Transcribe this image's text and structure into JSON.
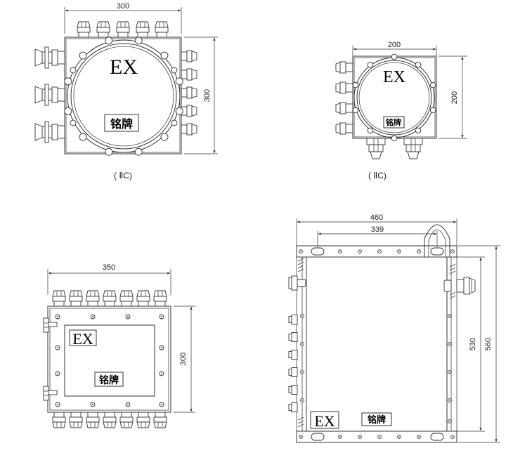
{
  "drawings": {
    "round_large": {
      "dim_width": "300",
      "dim_height": "300",
      "mark": "EX",
      "nameplate": "铭牌",
      "caption": "( ⅡC)"
    },
    "round_small": {
      "dim_width": "200",
      "dim_height": "200",
      "mark": "EX",
      "nameplate": "铭牌",
      "caption": "( ⅡC)"
    },
    "square": {
      "dim_width": "350",
      "dim_height": "300",
      "mark": "EX",
      "nameplate": "铭牌"
    },
    "large_box": {
      "dim_width_outer": "460",
      "dim_width_inner": "339",
      "dim_height_inner": "530",
      "dim_height_outer": "560",
      "mark": "EX",
      "nameplate": "铭牌"
    }
  }
}
